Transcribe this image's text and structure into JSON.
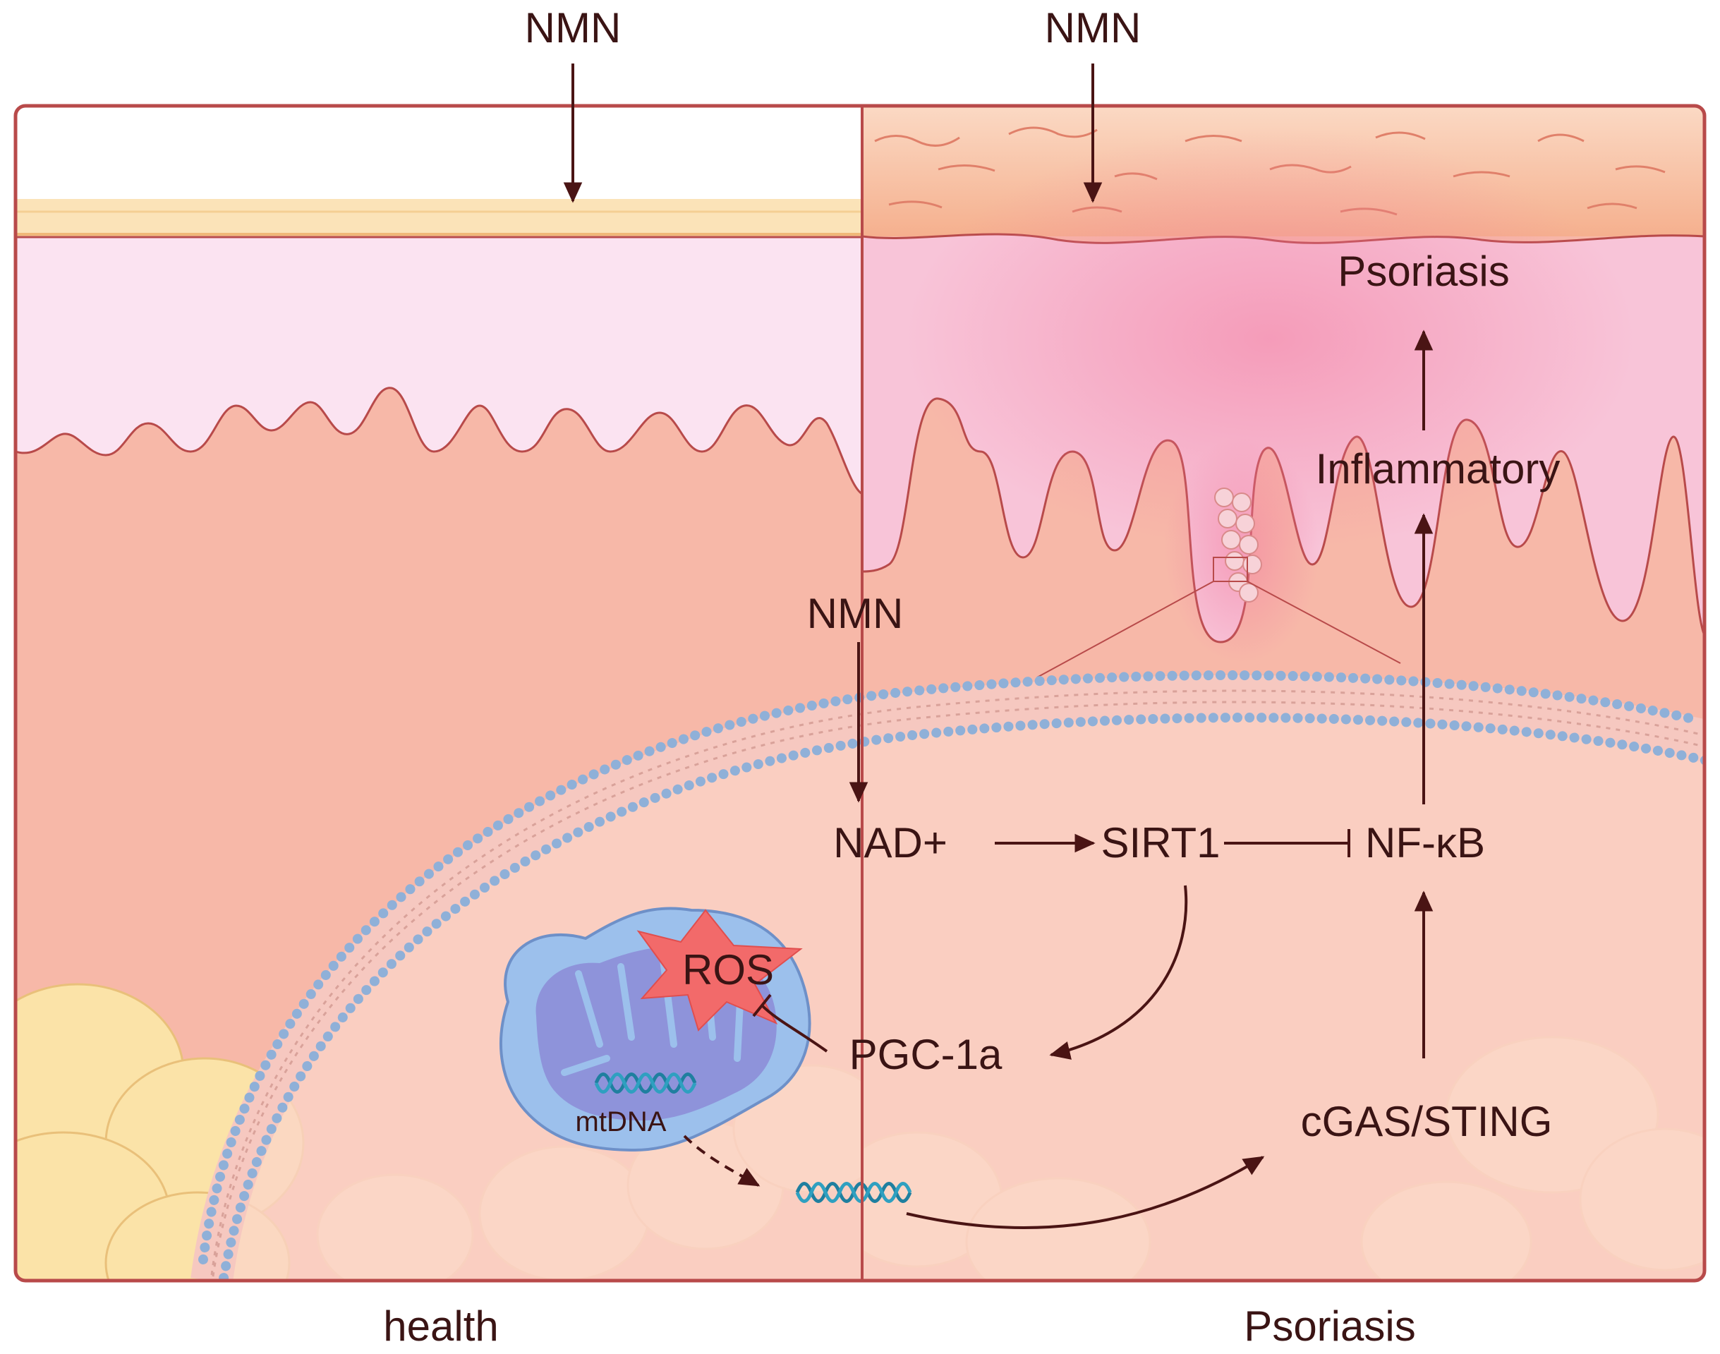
{
  "labels": {
    "nmn_top_left": "NMN",
    "nmn_top_right": "NMN",
    "nmn_inner": "NMN",
    "psoriasis_outcome": "Psoriasis",
    "inflammatory": "Inflammatory",
    "nad_plus": "NAD+",
    "sirt1": "SIRT1",
    "nf_kb": "NF-κB",
    "ros": "ROS",
    "pgc1a": "PGC-1a",
    "mtdna": "mtDNA",
    "cgas_sting": "cGAS/STING",
    "caption_left": "health",
    "caption_right": "Psoriasis"
  },
  "colors": {
    "outline": "#b84a4a",
    "arrow": "#4a1414",
    "text": "#3a1414",
    "membrane_head": "#8fb0d8",
    "mitochondrion": "#9cc0ec",
    "cristae": "#8a84d4",
    "ros_star": "#f26a6a",
    "dna_helix": "#1f7f9f",
    "stratum_corneum_healthy": "#ffffff",
    "epidermis_healthy": "#fbe3f1",
    "dermis": "#f7b8a8",
    "fat": "#fbe3a8",
    "psoriatic_plaque": "#f7b892"
  }
}
